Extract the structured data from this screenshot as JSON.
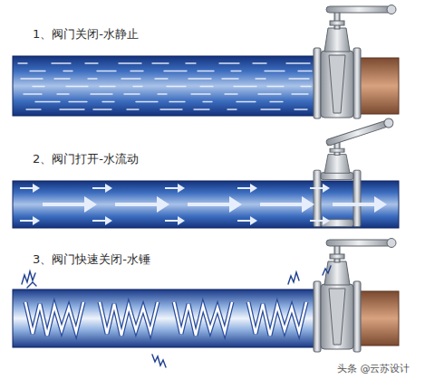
{
  "diagram": {
    "labels": [
      "1、阀门关闭-水静止",
      "2、阀门打开-水流动",
      "3、阀门快速关闭-水锤",
      "头条 @云苏设计"
    ]
  }
}
